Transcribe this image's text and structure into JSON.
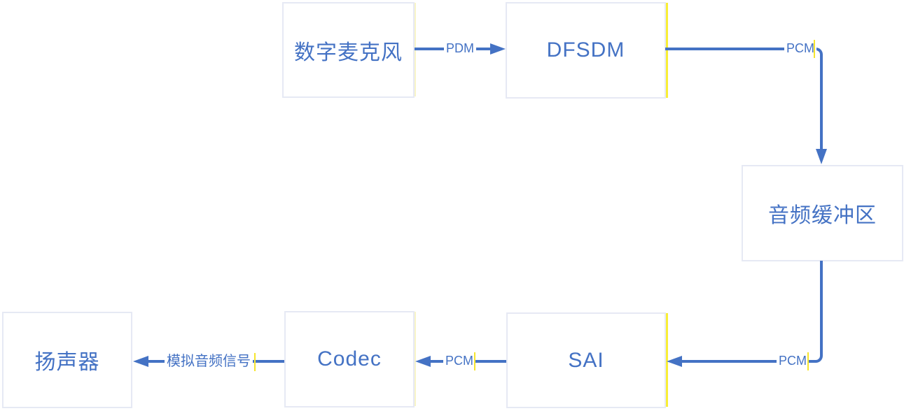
{
  "diagram": {
    "title": "audio-pipeline-flow",
    "colors": {
      "accent_blue": "#4472c4",
      "box_border": "#e6e9f4",
      "highlight_bright_yellow": "#f9ee35",
      "highlight_pale_yellow": "#f9f5c8",
      "cursor_yellow": "#f6e52c",
      "background": "#ffffff"
    },
    "nodes": [
      {
        "id": "digital-mic",
        "label": "数字麦克风"
      },
      {
        "id": "dfsdm",
        "label": "DFSDM"
      },
      {
        "id": "audio-buffer",
        "label": "音频缓冲区"
      },
      {
        "id": "sai",
        "label": "SAI"
      },
      {
        "id": "codec",
        "label": "Codec"
      },
      {
        "id": "speaker",
        "label": "扬声器"
      }
    ],
    "edges": [
      {
        "from": "digital-mic",
        "to": "dfsdm",
        "label": "PDM"
      },
      {
        "from": "dfsdm",
        "to": "audio-buffer",
        "label": "PCM"
      },
      {
        "from": "audio-buffer",
        "to": "sai",
        "label": "PCM"
      },
      {
        "from": "sai",
        "to": "codec",
        "label": "PCM"
      },
      {
        "from": "codec",
        "to": "speaker",
        "label": "模拟音频信号"
      }
    ]
  }
}
